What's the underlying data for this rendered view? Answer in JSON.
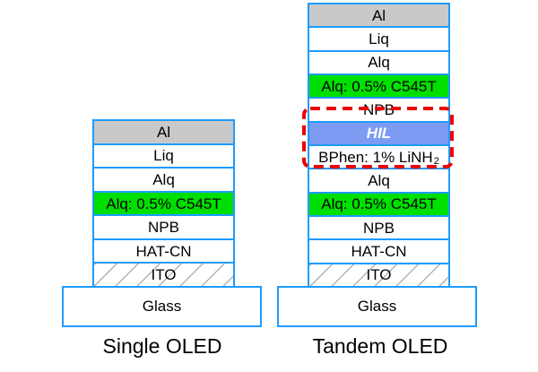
{
  "figure": {
    "type": "device-structure-diagram",
    "colors": {
      "outline_blue": "#1e9bff",
      "aluminum_gray": "#c9c9c9",
      "emitter_green": "#00e000",
      "hil_blue": "#7d9bf2",
      "dashed_red": "#ee0000",
      "hatch_gray": "#b3b3b3",
      "text": "#000000"
    }
  },
  "devices": [
    {
      "label": "Single OLED",
      "substrate": "Glass",
      "layers": [
        {
          "label": "Al",
          "fill": "gray"
        },
        {
          "label": "Liq",
          "fill": "white"
        },
        {
          "label": "Alq",
          "fill": "white"
        },
        {
          "label": "Alq: 0.5% C545T",
          "fill": "green"
        },
        {
          "label": "NPB",
          "fill": "white"
        },
        {
          "label": "HAT-CN",
          "fill": "white"
        },
        {
          "label": "ITO",
          "fill": "hatched"
        }
      ]
    },
    {
      "label": "Tandem OLED",
      "substrate": "Glass",
      "layers": [
        {
          "label": "Al",
          "fill": "gray"
        },
        {
          "label": "Liq",
          "fill": "white"
        },
        {
          "label": "Alq",
          "fill": "white"
        },
        {
          "label": "Alq: 0.5% C545T",
          "fill": "green"
        },
        {
          "label": "NPB",
          "fill": "white"
        },
        {
          "label": "HIL",
          "fill": "blue"
        },
        {
          "label": "BPhen: 1% LiNH",
          "sub": "2",
          "fill": "white"
        },
        {
          "label": "Alq",
          "fill": "white"
        },
        {
          "label": "Alq: 0.5% C545T",
          "fill": "green"
        },
        {
          "label": "NPB",
          "fill": "white"
        },
        {
          "label": "HAT-CN",
          "fill": "white"
        },
        {
          "label": "ITO",
          "fill": "hatched"
        }
      ],
      "highlight_box": {
        "style": "red-dashed",
        "encloses": "HIL / BPhen: 1% LiNH2"
      }
    }
  ]
}
